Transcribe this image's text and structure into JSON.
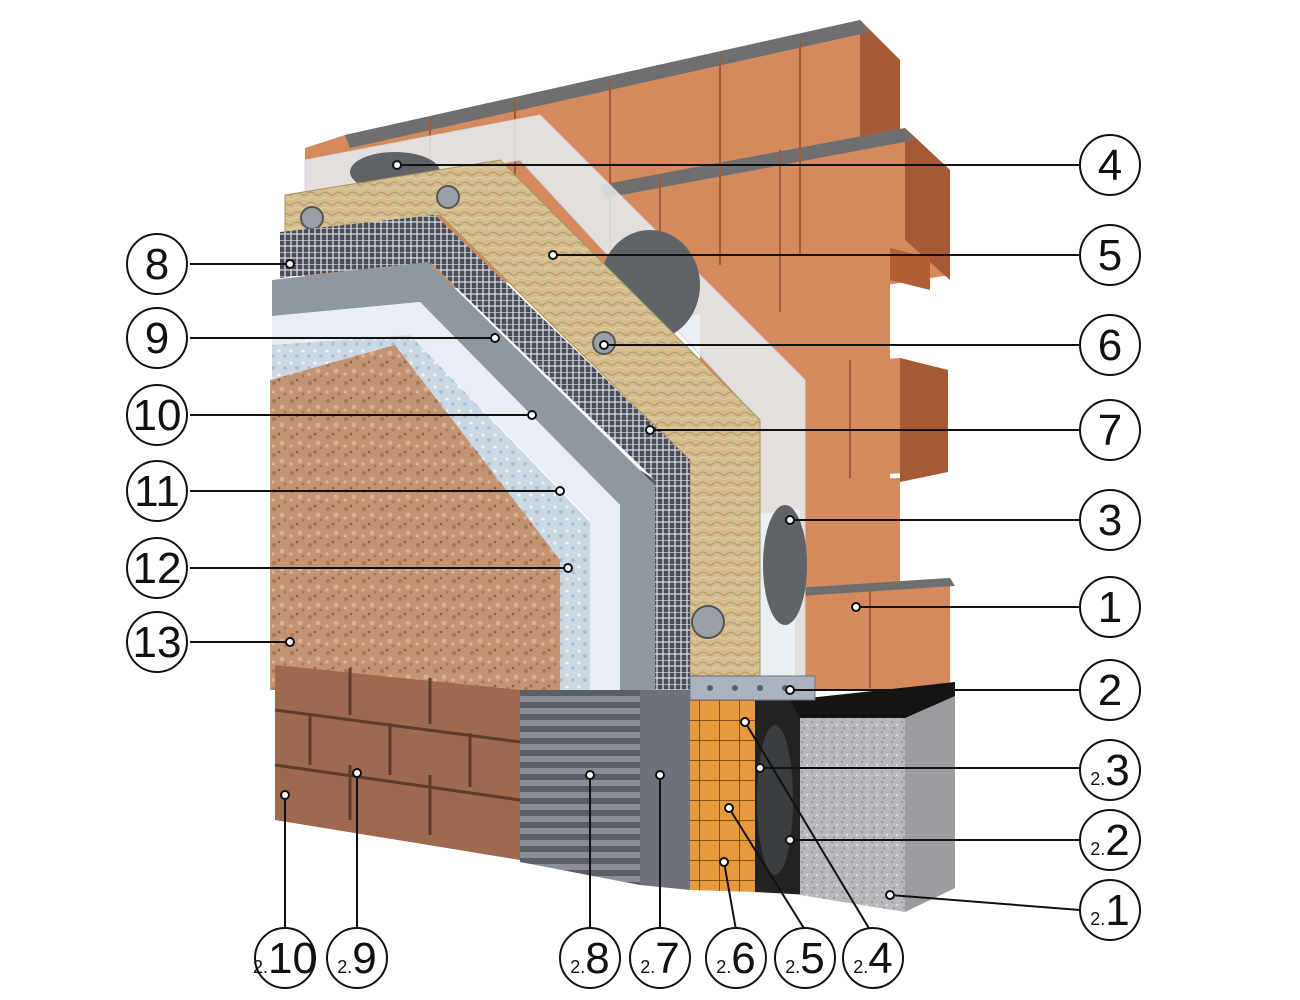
{
  "diagram": {
    "colors": {
      "brick": "#d58a5e",
      "brick_dark": "#a55a35",
      "mortar": "#6f6f70",
      "adhesive": "#dfe6ee",
      "insulation": "#d4bd8e",
      "mesh_base": "#4a4d57",
      "primer": "#8f979f",
      "base_coat": "#c5d5e2",
      "render": "#c39372",
      "tile": "#9e6a4f",
      "concrete": "#b7b9bc",
      "waterproofing": "#222222",
      "xps": "#e69a3b"
    },
    "callouts_right": [
      {
        "id": "c4",
        "prefix": "",
        "number": "4"
      },
      {
        "id": "c5",
        "prefix": "",
        "number": "5"
      },
      {
        "id": "c6",
        "prefix": "",
        "number": "6"
      },
      {
        "id": "c7",
        "prefix": "",
        "number": "7"
      },
      {
        "id": "c3",
        "prefix": "",
        "number": "3"
      },
      {
        "id": "c1",
        "prefix": "",
        "number": "1"
      },
      {
        "id": "c2",
        "prefix": "",
        "number": "2"
      },
      {
        "id": "c2-3",
        "prefix": "2.",
        "number": "3"
      },
      {
        "id": "c2-2",
        "prefix": "2.",
        "number": "2"
      },
      {
        "id": "c2-1",
        "prefix": "2.",
        "number": "1"
      }
    ],
    "callouts_left": [
      {
        "id": "c8",
        "prefix": "",
        "number": "8"
      },
      {
        "id": "c9",
        "prefix": "",
        "number": "9"
      },
      {
        "id": "c10",
        "prefix": "",
        "number": "10"
      },
      {
        "id": "c11",
        "prefix": "",
        "number": "11"
      },
      {
        "id": "c12",
        "prefix": "",
        "number": "12"
      },
      {
        "id": "c13",
        "prefix": "",
        "number": "13"
      }
    ],
    "callouts_bottom": [
      {
        "id": "c2-10",
        "prefix": "2.",
        "number": "10"
      },
      {
        "id": "c2-9",
        "prefix": "2.",
        "number": "9"
      },
      {
        "id": "c2-8",
        "prefix": "2.",
        "number": "8"
      },
      {
        "id": "c2-7",
        "prefix": "2.",
        "number": "7"
      },
      {
        "id": "c2-6",
        "prefix": "2.",
        "number": "6"
      },
      {
        "id": "c2-5",
        "prefix": "2.",
        "number": "5"
      },
      {
        "id": "c2-4",
        "prefix": "2.",
        "number": "4"
      }
    ]
  }
}
